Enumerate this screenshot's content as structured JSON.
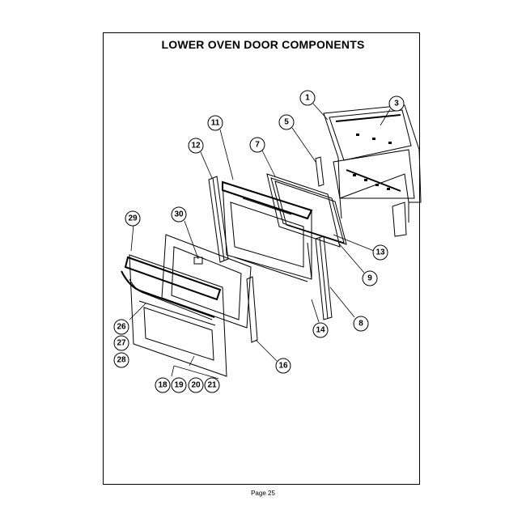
{
  "title": "LOWER OVEN DOOR COMPONENTS",
  "footer": "Page 25",
  "callouts": [
    "1",
    "3",
    "5",
    "7",
    "11",
    "12",
    "13",
    "9",
    "29",
    "30",
    "8",
    "14",
    "26",
    "27",
    "28",
    "16",
    "18",
    "19",
    "20",
    "21"
  ]
}
